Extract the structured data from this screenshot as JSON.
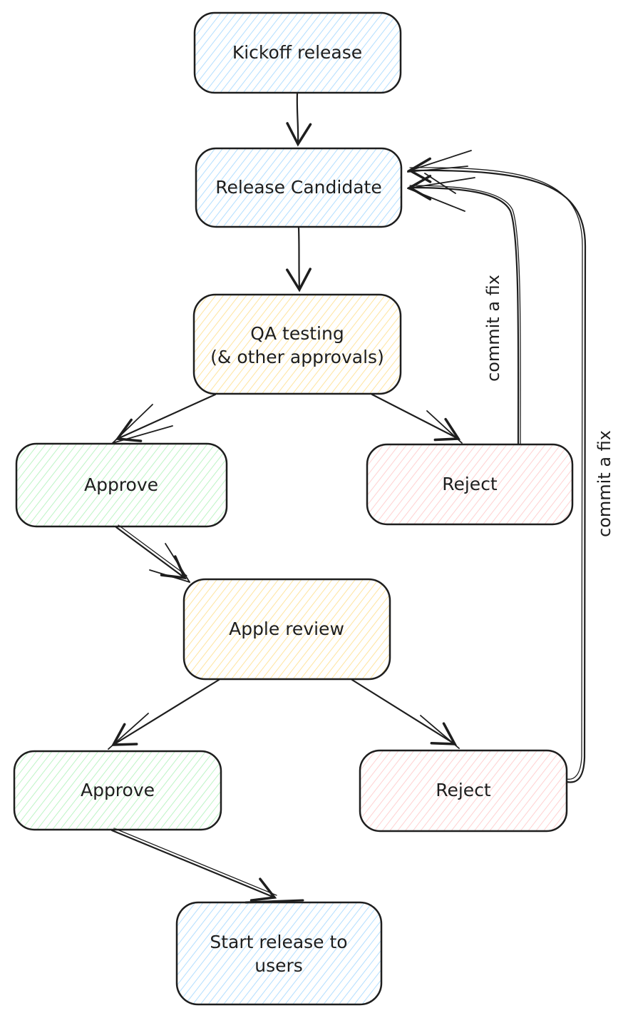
{
  "diagram": {
    "kind": "hand-drawn-flowchart",
    "ink_color": "#1e1e1e",
    "colors": {
      "blue": "#a5d8ff",
      "yellow": "#ffdf8e",
      "green": "#b2f2bb",
      "red": "#ffc9c9"
    },
    "nodes": {
      "kickoff": {
        "label": "Kickoff release",
        "color": "blue"
      },
      "release_candidate": {
        "label": "Release Candidate",
        "color": "blue"
      },
      "qa": {
        "label": "QA testing (& other approvals)",
        "label_line1": "QA testing",
        "label_line2": "(& other approvals)",
        "color": "yellow"
      },
      "approve_qa": {
        "label": "Approve",
        "color": "green"
      },
      "reject_qa": {
        "label": "Reject",
        "color": "red"
      },
      "apple_review": {
        "label": "Apple review",
        "color": "yellow"
      },
      "approve_apple": {
        "label": "Approve",
        "color": "green"
      },
      "reject_apple": {
        "label": "Reject",
        "color": "red"
      },
      "start_release": {
        "label": "Start release to users",
        "label_line1": "Start release to",
        "label_line2": "users",
        "color": "blue"
      }
    },
    "edges": {
      "kickoff_to_release_candidate": {
        "from": "kickoff",
        "to": "release_candidate"
      },
      "release_candidate_to_qa": {
        "from": "release_candidate",
        "to": "qa"
      },
      "qa_to_approve": {
        "from": "qa",
        "to": "approve_qa"
      },
      "qa_to_reject": {
        "from": "qa",
        "to": "reject_qa"
      },
      "reject_qa_to_release_candidate": {
        "from": "reject_qa",
        "to": "release_candidate",
        "label": "commit a fix"
      },
      "approve_qa_to_apple_review": {
        "from": "approve_qa",
        "to": "apple_review"
      },
      "apple_review_to_approve": {
        "from": "apple_review",
        "to": "approve_apple"
      },
      "apple_review_to_reject": {
        "from": "apple_review",
        "to": "reject_apple"
      },
      "reject_apple_to_release_candidate": {
        "from": "reject_apple",
        "to": "release_candidate",
        "label": "commit a fix"
      },
      "approve_apple_to_start_release": {
        "from": "approve_apple",
        "to": "start_release"
      }
    }
  }
}
